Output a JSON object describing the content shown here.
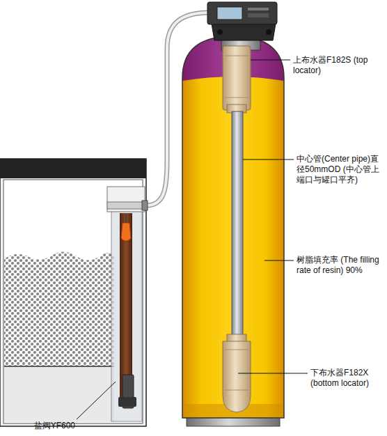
{
  "diagram": {
    "labels": [
      "上布水器F182S (top locator)",
      "中心管(Center pipe)直径50mmOD (中心管上端口与罐口平齐)",
      "树脂填充率 (The filling rate of resin) 90%",
      "下布水器F182X (bottom locator)",
      "盐阀YF600"
    ]
  }
}
